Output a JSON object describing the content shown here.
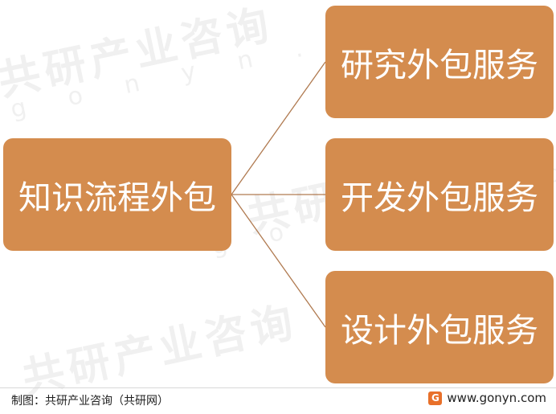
{
  "watermark": {
    "text_cn": "共研产业咨询",
    "text_en": "g o n y n . c o m"
  },
  "diagram": {
    "root": {
      "label": "知识流程外包"
    },
    "children": [
      {
        "label": "研究外包服务"
      },
      {
        "label": "开发外包服务"
      },
      {
        "label": "设计外包服务"
      }
    ]
  },
  "footer": {
    "source": "制图：共研产业咨询（共研网）",
    "website": "www.gonyn.com"
  },
  "colors": {
    "node_fill": "#d48c4e",
    "connector": "#b07a50",
    "logo": "#e8702a"
  }
}
